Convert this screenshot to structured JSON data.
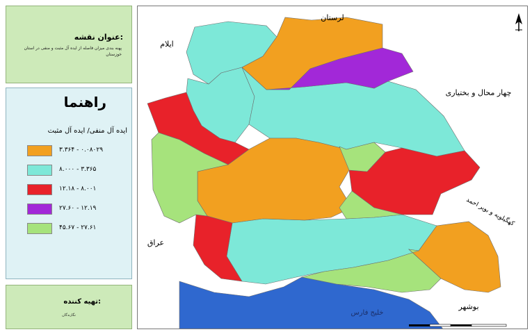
{
  "title_panel": {
    "heading": "عنوان نقشه:",
    "description": "پهنه بندی میزان فاصله از ایده آل مثبت و منفی در استان خوزستان"
  },
  "legend": {
    "title": "راهنما",
    "subtitle": "ایده آل منفی/ ایده آل مثبت",
    "items": [
      {
        "label": "۰.۰۸۰۲۹ - ۳.۳۶۴",
        "color": "#f2a020"
      },
      {
        "label": "۳.۳۶۵ - ۸.۰۰۰",
        "color": "#7de8d8"
      },
      {
        "label": "۸.۰۰۱ - ۱۲.۱۸",
        "color": "#e8222a"
      },
      {
        "label": "۱۲.۱۹ - ۲۷.۶۰",
        "color": "#a228d8"
      },
      {
        "label": "۲۷.۶۱ - ۴۵.۶۷",
        "color": "#a6e37c"
      }
    ]
  },
  "maker_panel": {
    "heading": "تهیه کننده:",
    "name": "نگارندگان"
  },
  "map": {
    "neighbors": {
      "north": "لرستان",
      "northwest": "ایلام",
      "east": "چهار محال و بختیاری",
      "southeast": "کهگیلویه و بویر احمد",
      "west": "عراق",
      "south": "بوشهر"
    },
    "sea": "خلیج فارس",
    "north_arrow_icon": "north-arrow-icon",
    "colors": {
      "sea": "#2f68cf",
      "outside": "#ffffff"
    }
  }
}
